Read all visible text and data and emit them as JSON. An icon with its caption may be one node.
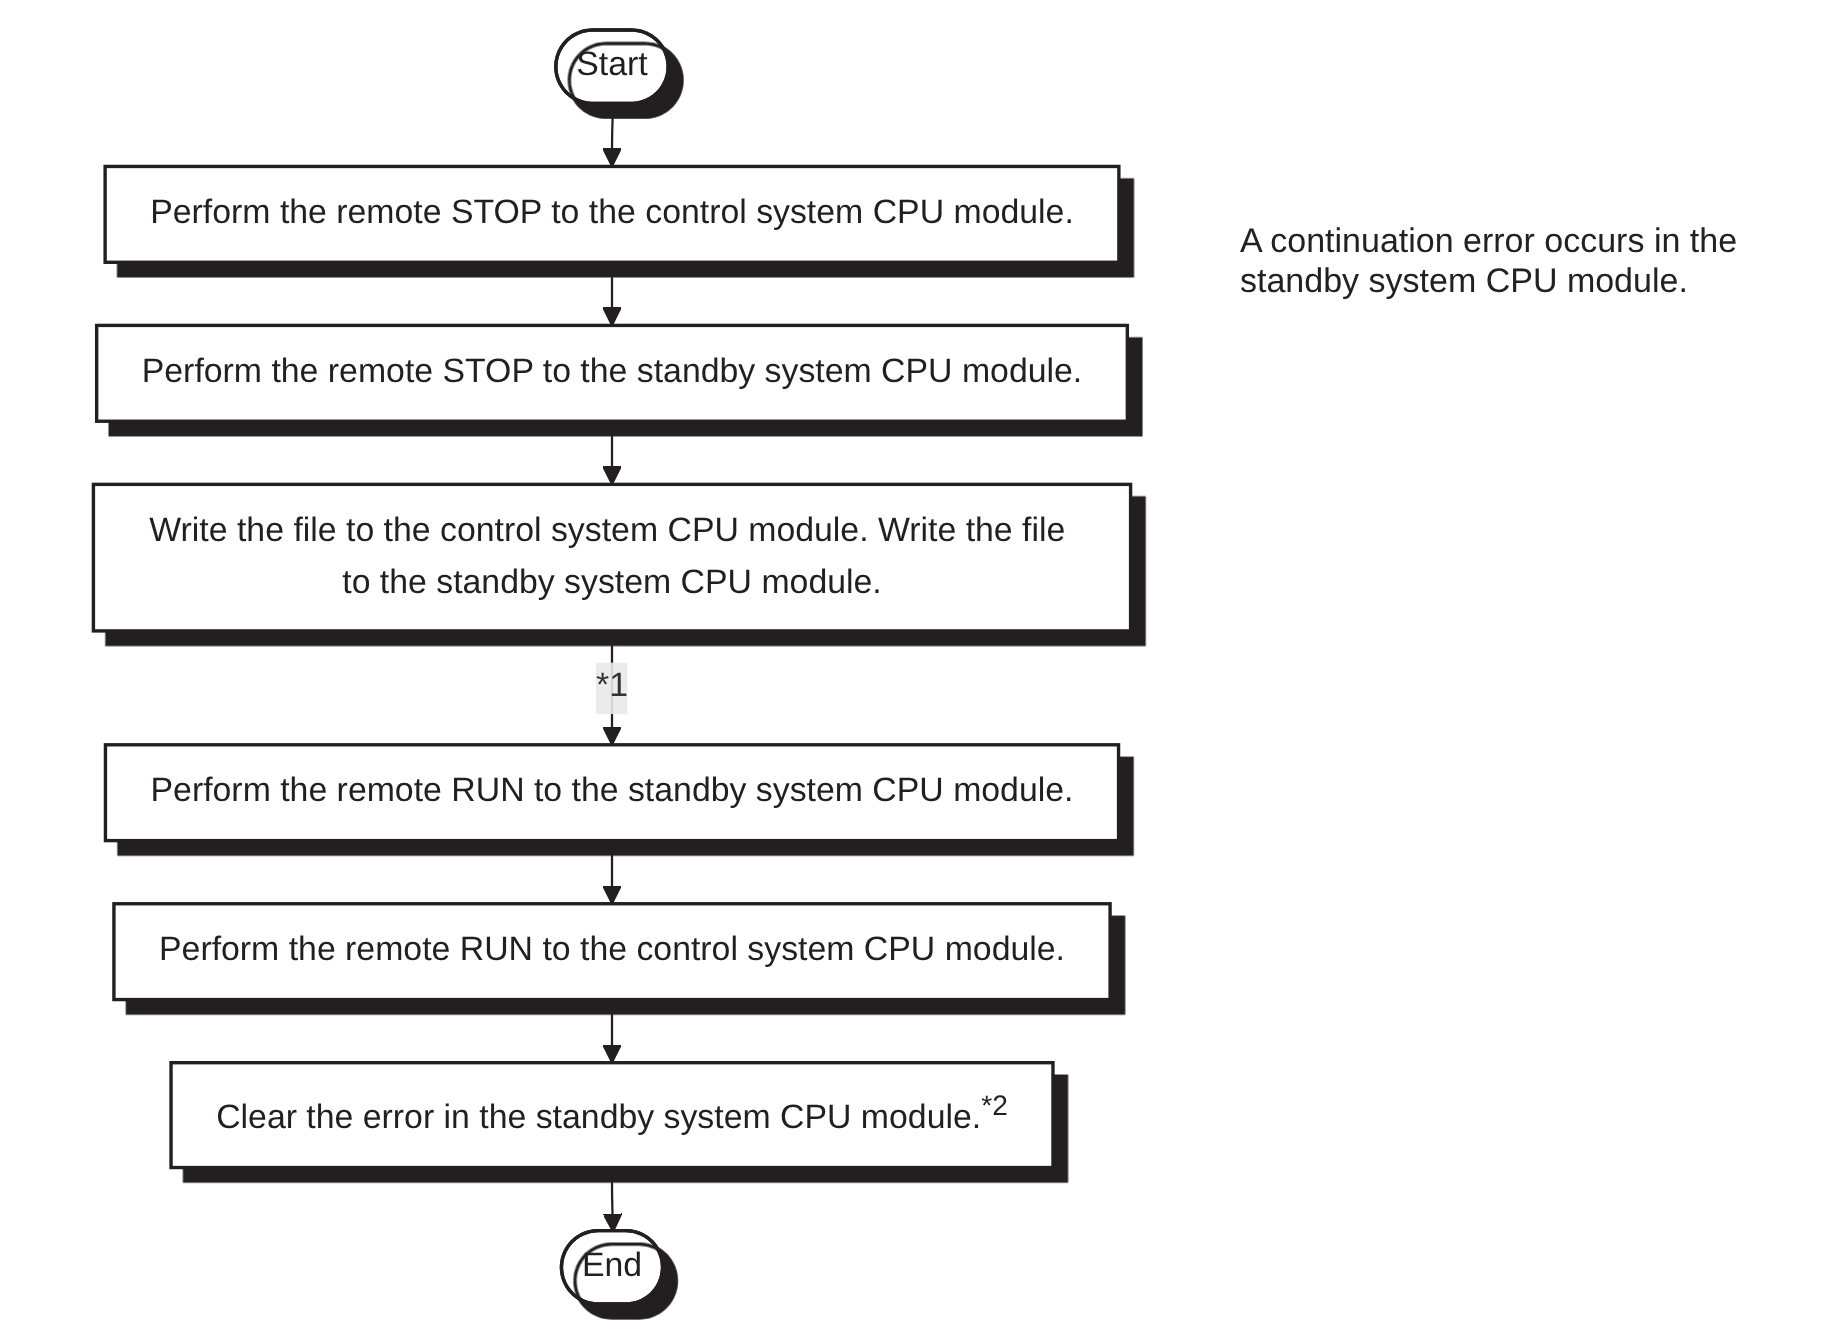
{
  "diagram": {
    "nodes": [
      {
        "text": [
          "Start"
        ]
      },
      {
        "text": [
          "Perform the remote STOP to the control system CPU module."
        ],
        "beside": [
          "A continuation error occurs in the standby system CPU module."
        ]
      },
      {
        "text": [
          "Perform the remote STOP to the standby system CPU module."
        ]
      },
      {
        "text": [
          "Write the file to the control system CPU module. Write the file to the standby system CPU module."
        ]
      },
      {
        "text": [
          "Perform the remote RUN to the standby system CPU module."
        ]
      },
      {
        "text": [
          "Perform the remote RUN to the control system CPU module."
        ]
      },
      {
        "text": [
          "Clear the error in the standby system CPU module.$^{*2}$"
        ]
      },
      {
        "text": [
          "End"
        ]
      }
    ],
    "edges": [
      {
        "from": 0,
        "to": 1,
        "arrow": "to"
      },
      {
        "from": 1,
        "to": 2,
        "arrow": "to"
      },
      {
        "from": 2,
        "to": 3,
        "arrow": "to"
      },
      {
        "from": 3,
        "to": 4,
        "arrow": "to",
        "label": "*1"
      },
      {
        "from": 4,
        "to": 5,
        "arrow": "to"
      },
      {
        "from": 5,
        "to": 6,
        "arrow": "to"
      },
      {
        "from": 6,
        "to": 7,
        "arrow": "to"
      }
    ]
  }
}
